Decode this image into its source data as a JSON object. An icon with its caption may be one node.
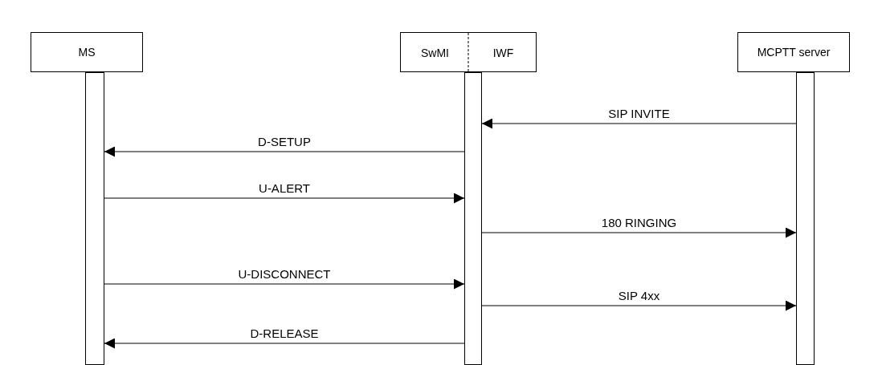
{
  "diagram": {
    "nodes": [
      {
        "text": [
          "MS"
        ]
      },
      {
        "text": [
          "SwMI",
          "IWF"
        ]
      },
      {
        "text": [
          "MCPTT server"
        ]
      },
      {
        "text": [],
        "shape": "bar"
      },
      {
        "text": [],
        "shape": "bar"
      },
      {
        "text": [],
        "shape": "bar"
      }
    ],
    "edges": [
      {
        "from": 5,
        "to": 4,
        "arrow": "to",
        "label": "SIP INVITE"
      },
      {
        "from": 4,
        "to": 3,
        "arrow": "to",
        "label": "D-SETUP"
      },
      {
        "from": 3,
        "to": 4,
        "arrow": "to",
        "label": "U-ALERT"
      },
      {
        "from": 4,
        "to": 5,
        "arrow": "to",
        "label": "180 RINGING"
      },
      {
        "from": 3,
        "to": 4,
        "arrow": "to",
        "label": "U-DISCONNECT"
      },
      {
        "from": 4,
        "to": 5,
        "arrow": "to",
        "label": "SIP 4xx"
      },
      {
        "from": 4,
        "to": 3,
        "arrow": "to",
        "label": "D-RELEASE"
      }
    ]
  }
}
